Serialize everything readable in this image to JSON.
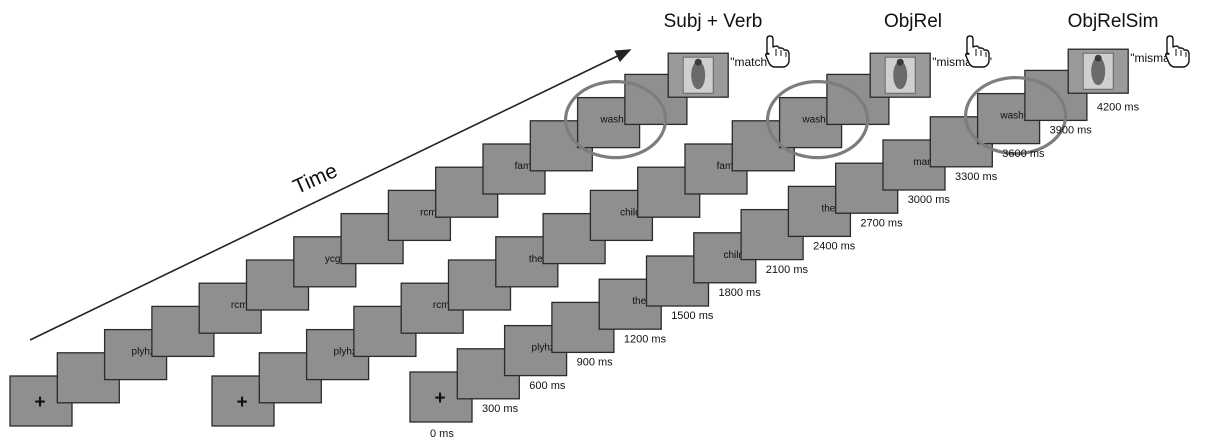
{
  "time_label": "Time",
  "conditions": [
    {
      "title": "Subj + Verb",
      "response": "\"match\"",
      "words": [
        "+",
        "",
        "plyhzt",
        "",
        "rcm",
        "",
        "ycgl",
        "",
        "rcm",
        "",
        "fam",
        "",
        "washed",
        ""
      ]
    },
    {
      "title": "ObjRel",
      "response": "\"mismatch\"",
      "words": [
        "+",
        "",
        "plyhzt",
        "",
        "rcm",
        "",
        "the",
        "",
        "child",
        "",
        "fam",
        "",
        "washed",
        ""
      ]
    },
    {
      "title": "ObjRelSim",
      "response": "\"mismatch\"",
      "words": [
        "+",
        "",
        "plyhzt",
        "",
        "the",
        "",
        "child",
        "",
        "the",
        "",
        "man",
        "",
        "washed",
        ""
      ]
    }
  ],
  "time_marks": [
    "0 ms",
    "300 ms",
    "600 ms",
    "900 ms",
    "1200 ms",
    "1500 ms",
    "1800 ms",
    "2100 ms",
    "2400 ms",
    "2700 ms",
    "3000 ms",
    "3300 ms",
    "3600 ms",
    "3900 ms",
    "4200 ms"
  ],
  "icons": {
    "pointer": "hand-pointer-icon",
    "picture": "photo-thumbnail-icon",
    "highlight": "highlight-circle"
  },
  "colors": {
    "frame_fill": "#8f8f8f",
    "frame_border": "#2a2a2a",
    "highlight_circle": "#7d7d7d"
  }
}
